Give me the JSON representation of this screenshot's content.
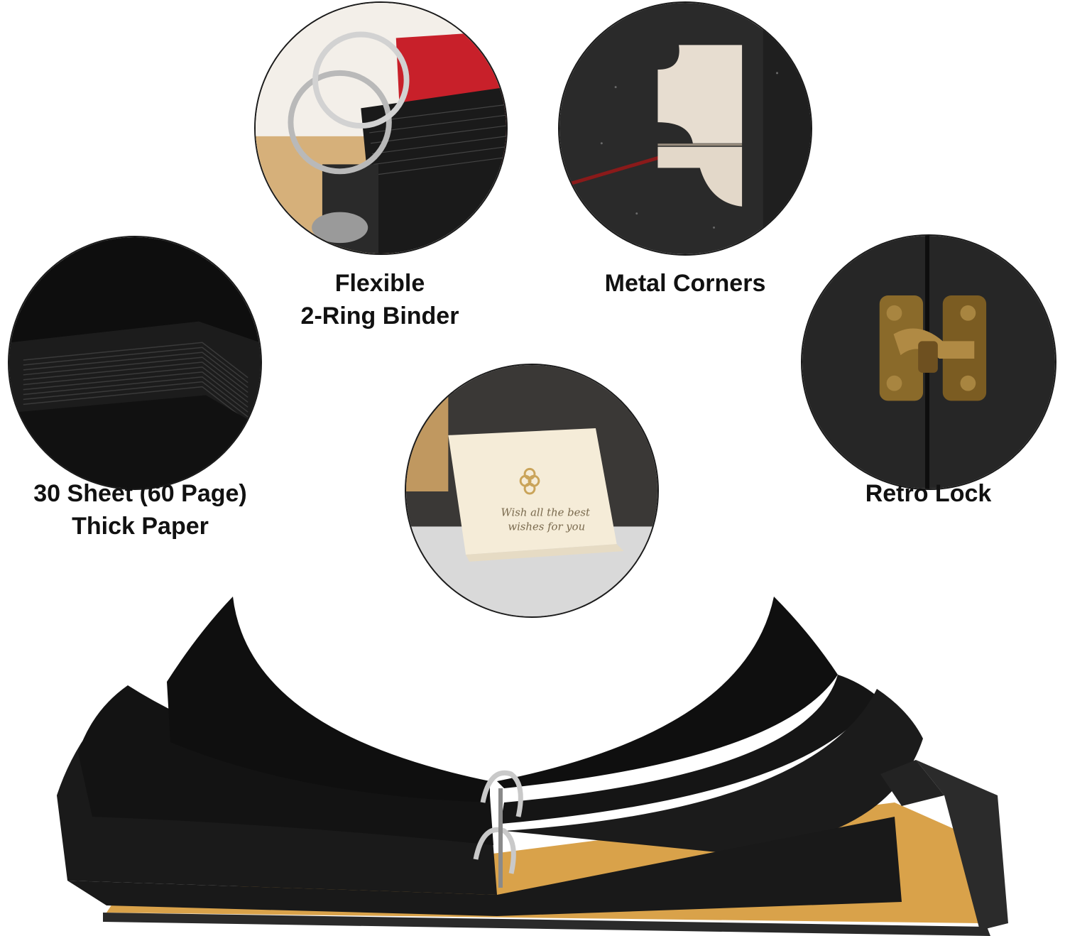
{
  "features": {
    "paper": {
      "line1": "30 Sheet (60 Page)",
      "line2": "Thick Paper"
    },
    "binder": {
      "line1": "Flexible",
      "line2": "2-Ring Binder"
    },
    "corners": {
      "line1": "Metal Corners"
    },
    "lock": {
      "line1": "Retro Lock"
    }
  },
  "card": {
    "line1": "Wish all the best",
    "line2": "wishes for you"
  },
  "icons": {
    "paper": "paper-stack-icon",
    "binder": "ring-binder-icon",
    "corners": "metal-corner-icon",
    "lock": "retro-lock-icon",
    "card": "greeting-card-icon"
  },
  "colors": {
    "cover_black": "#1b1b1b",
    "page_black": "#151515",
    "kraft_inner": "#d9a24a",
    "accent_red": "#c8202a",
    "brass": "#8a6a2a"
  }
}
